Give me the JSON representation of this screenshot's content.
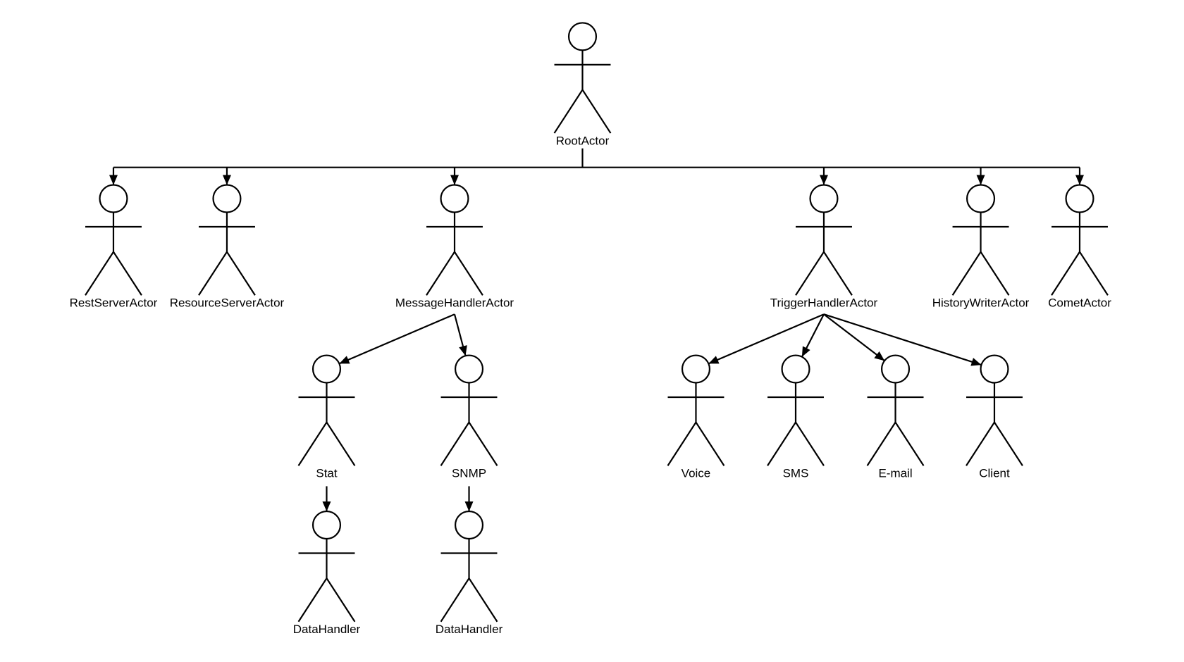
{
  "diagram": {
    "type": "actor-hierarchy",
    "line_color": "#000000",
    "background": "#ffffff",
    "actors": [
      {
        "id": "root",
        "label": "RootActor"
      },
      {
        "id": "rest",
        "label": "RestServerActor"
      },
      {
        "id": "resource",
        "label": "ResourceServerActor"
      },
      {
        "id": "message",
        "label": "MessageHandlerActor"
      },
      {
        "id": "trigger",
        "label": "TriggerHandlerActor"
      },
      {
        "id": "history",
        "label": "HistoryWriterActor"
      },
      {
        "id": "comet",
        "label": "CometActor"
      },
      {
        "id": "stat",
        "label": "Stat"
      },
      {
        "id": "snmp",
        "label": "SNMP"
      },
      {
        "id": "voice",
        "label": "Voice"
      },
      {
        "id": "sms",
        "label": "SMS"
      },
      {
        "id": "email",
        "label": "E-mail"
      },
      {
        "id": "client",
        "label": "Client"
      },
      {
        "id": "stat_dh",
        "label": "DataHandler"
      },
      {
        "id": "snmp_dh",
        "label": "DataHandler"
      }
    ],
    "connections": [
      {
        "from": "root",
        "to": "rest",
        "style": "orthogonal"
      },
      {
        "from": "root",
        "to": "resource",
        "style": "orthogonal"
      },
      {
        "from": "root",
        "to": "message",
        "style": "orthogonal"
      },
      {
        "from": "root",
        "to": "trigger",
        "style": "orthogonal"
      },
      {
        "from": "root",
        "to": "history",
        "style": "orthogonal"
      },
      {
        "from": "root",
        "to": "comet",
        "style": "orthogonal"
      },
      {
        "from": "message",
        "to": "stat",
        "style": "straight"
      },
      {
        "from": "message",
        "to": "snmp",
        "style": "straight"
      },
      {
        "from": "trigger",
        "to": "voice",
        "style": "straight"
      },
      {
        "from": "trigger",
        "to": "sms",
        "style": "straight"
      },
      {
        "from": "trigger",
        "to": "email",
        "style": "straight"
      },
      {
        "from": "trigger",
        "to": "client",
        "style": "straight"
      },
      {
        "from": "stat",
        "to": "stat_dh",
        "style": "straight"
      },
      {
        "from": "snmp",
        "to": "snmp_dh",
        "style": "straight"
      }
    ]
  }
}
